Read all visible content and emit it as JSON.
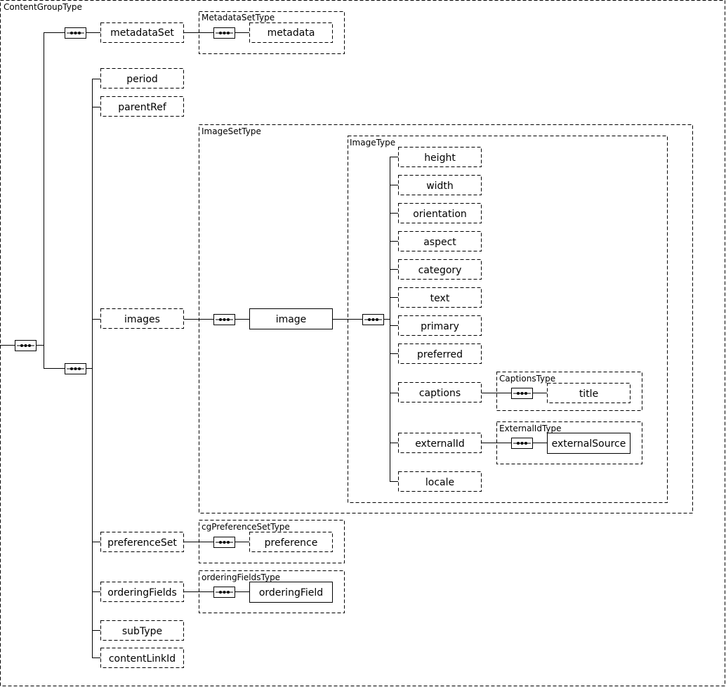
{
  "types": {
    "content_group": "ContentGroupType",
    "metadata_set": "MetadataSetType",
    "image_set": "ImageSetType",
    "image": "ImageType",
    "captions": "CaptionsType",
    "external_id": "ExternalIdType",
    "preference_set": "cgPreferenceSetType",
    "ordering_fields": "orderingFieldsType"
  },
  "elements": {
    "metadataSet": "metadataSet",
    "metadata": "metadata",
    "period": "period",
    "parentRef": "parentRef",
    "images": "images",
    "image": "image",
    "height": "height",
    "width": "width",
    "orientation": "orientation",
    "aspect": "aspect",
    "category": "category",
    "text": "text",
    "primary": "primary",
    "preferred": "preferred",
    "captions": "captions",
    "title": "title",
    "externalId": "externalId",
    "externalSource": "externalSource",
    "locale": "locale",
    "preferenceSet": "preferenceSet",
    "preference": "preference",
    "orderingFields": "orderingFields",
    "orderingField": "orderingField",
    "subType": "subType",
    "contentLinkId": "contentLinkId"
  }
}
